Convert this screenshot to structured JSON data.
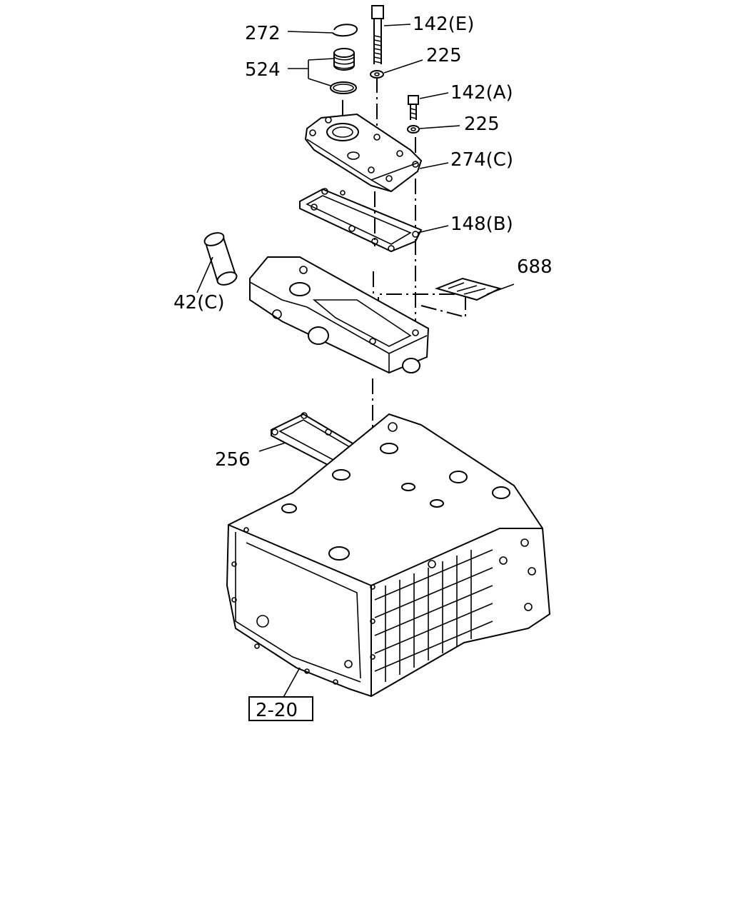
{
  "diagram": {
    "callouts": {
      "p272": "272",
      "p524": "524",
      "p142e": "142(E)",
      "p225a": "225",
      "p142a": "142(A)",
      "p225b": "225",
      "p274c": "274(C)",
      "p148b": "148(B)",
      "p688": "688",
      "p42c": "42(C)",
      "p256": "256",
      "ref220": "2-20"
    }
  }
}
